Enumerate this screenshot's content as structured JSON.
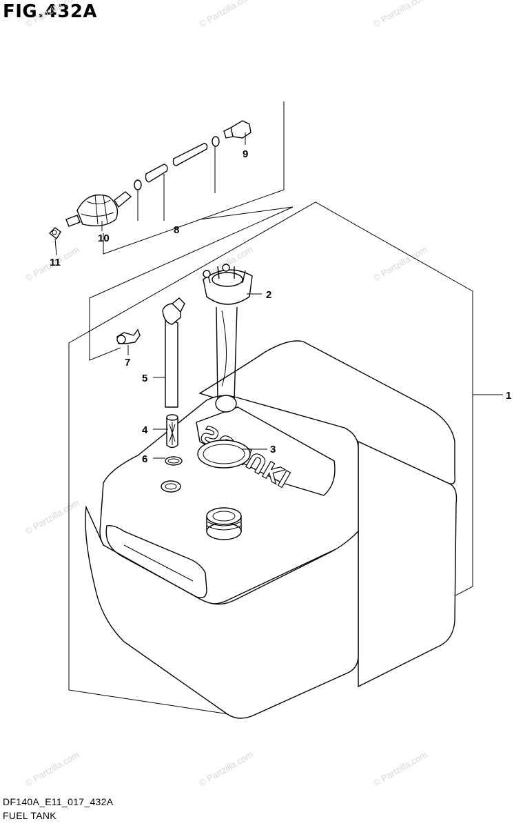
{
  "figure": {
    "title": "FIG.432A",
    "footer_code": "DF140A_E11_017_432A",
    "footer_title": "FUEL TANK"
  },
  "watermark": {
    "text": "© Partzilla.com"
  },
  "parts": [
    {
      "ref": "1",
      "name": "fuel-tank"
    },
    {
      "ref": "2",
      "name": "fuel-gauge"
    },
    {
      "ref": "3",
      "name": "gauge-gasket"
    },
    {
      "ref": "4",
      "name": "strainer"
    },
    {
      "ref": "5",
      "name": "suction-pipe"
    },
    {
      "ref": "6",
      "name": "pipe-o-ring"
    },
    {
      "ref": "7",
      "name": "tank-connector"
    },
    {
      "ref": "8",
      "name": "fuel-hose"
    },
    {
      "ref": "9",
      "name": "hose-connector"
    },
    {
      "ref": "10",
      "name": "primer-bulb"
    },
    {
      "ref": "11",
      "name": "hose-clip"
    }
  ],
  "tank_emboss": "SUZUKI"
}
